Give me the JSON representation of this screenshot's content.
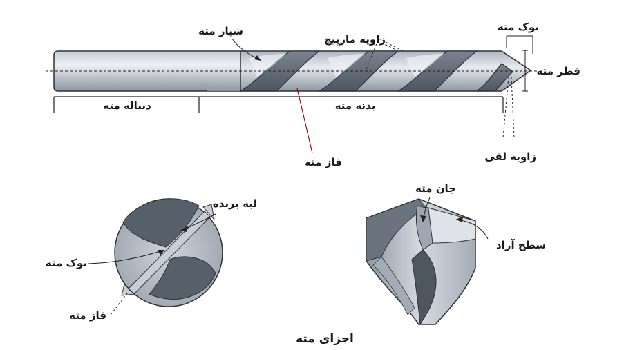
{
  "labels": {
    "flute": "شیار مته",
    "helix_angle": "زاویه مارپیچ",
    "point": "نوک مته",
    "diameter": "قطر مته",
    "shank": "دنباله مته",
    "body": "بدنه مته",
    "margin": "فاز مته",
    "lip_relief_angle": "زاویه لقی",
    "cutting_lip": "لبه برنده",
    "point_end": "نوک مته",
    "margin_end": "فاز مته",
    "web": "جان مته",
    "flank": "سطح آزاد",
    "caption": "اجزای مته"
  },
  "colors": {
    "steel_light": "#d4d8df",
    "steel_mid": "#a9b1bc",
    "steel_dark": "#5f6873",
    "steel_darkest": "#3a4048",
    "outline": "#2d3238"
  }
}
